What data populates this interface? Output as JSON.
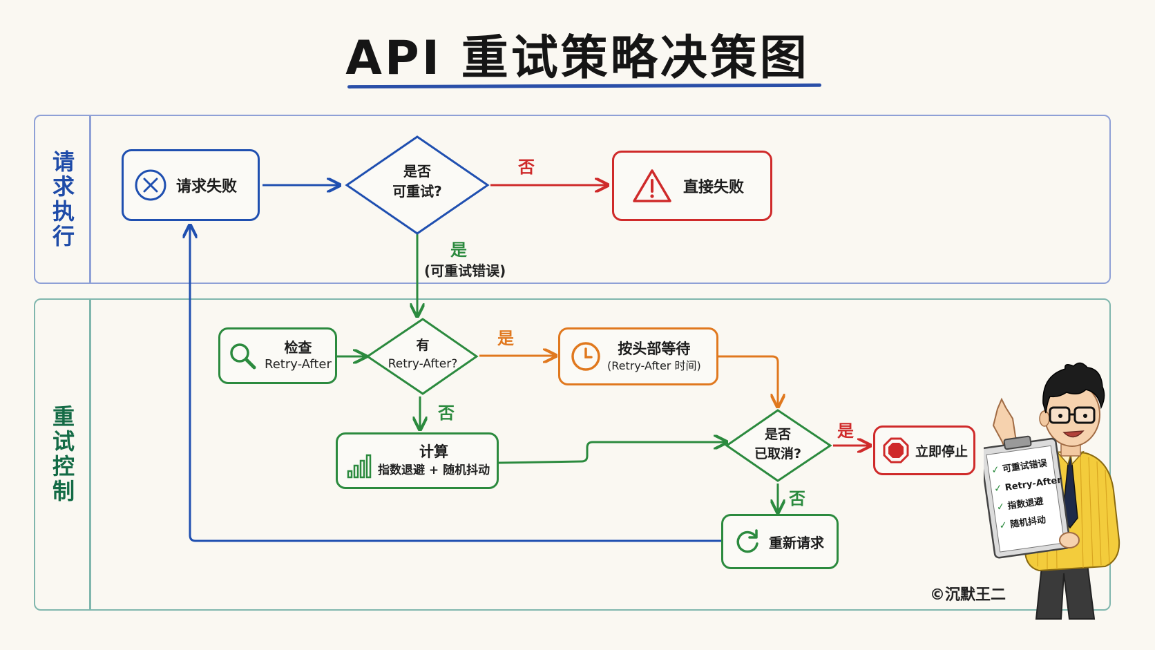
{
  "title": "API 重试策略决策图",
  "lanes": {
    "exec": "请求执行",
    "ctrl": "重试控制"
  },
  "nodes": {
    "request_failed": "请求失败",
    "retryable_line1": "是否",
    "retryable_line2": "可重试?",
    "fail_direct": "直接失败",
    "check_line1": "检查",
    "check_line2": "Retry-After",
    "has_ra_line1": "有",
    "has_ra_line2": "Retry-After?",
    "wait_line1": "按头部等待",
    "wait_line2": "(Retry-After 时间)",
    "compute_line1": "计算",
    "compute_line2": "指数退避 + 随机抖动",
    "cancelled_line1": "是否",
    "cancelled_line2": "已取消?",
    "stop_now": "立即停止",
    "new_request": "重新请求"
  },
  "edge_labels": {
    "no_fail": "否",
    "yes_retryable": "是",
    "yes_retryable_note": "(可重试错误)",
    "yes_has_ra": "是",
    "no_has_ra": "否",
    "yes_cancelled": "是",
    "no_cancelled": "否"
  },
  "checklist": [
    "可重试错误",
    "Retry-After",
    "指数退避",
    "随机抖动"
  ],
  "credit": "©沉默王二",
  "colors": {
    "blue": "#1f4fb0",
    "red": "#cf2a2a",
    "green": "#2b8a3e",
    "orange": "#e0781e"
  }
}
